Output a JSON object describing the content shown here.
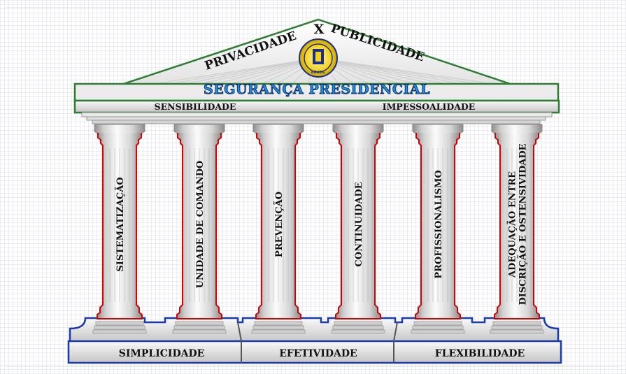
{
  "roof": {
    "left_title": "PRIVACIDADE",
    "separator": "X",
    "right_title": "PUBLICIDADE",
    "main_title": "SEGURANÇA PRESIDENCIAL"
  },
  "seal": {
    "text": "BRASIL"
  },
  "beam": {
    "left": "SENSIBILIDADE",
    "right": "IMPESSOALIDADE"
  },
  "columns": [
    {
      "lines": [
        "SISTEMATIZAÇÃO"
      ]
    },
    {
      "lines": [
        "UNIDADE DE COMANDO"
      ]
    },
    {
      "lines": [
        "PREVENÇÃO"
      ]
    },
    {
      "lines": [
        "CONTINUIDADE"
      ]
    },
    {
      "lines": [
        "PROFISSIONALISMO"
      ]
    },
    {
      "lines": [
        "ADEQUAÇÃO ENTRE",
        "DISCRIÇÃO E OSTENSIVIDADE"
      ]
    }
  ],
  "base": {
    "left": "SIMPLICIDADE",
    "center": "EFETIVIDADE",
    "right": "FLEXIBILIDADE"
  },
  "colors": {
    "roof_outline": "#2e7d32",
    "column_outline": "#d50000",
    "base_outline": "#1a3bb0",
    "title_fill": "#1e8fe0",
    "stone_light": "#f4f4f4",
    "stone_dark": "#a9a9a9"
  }
}
